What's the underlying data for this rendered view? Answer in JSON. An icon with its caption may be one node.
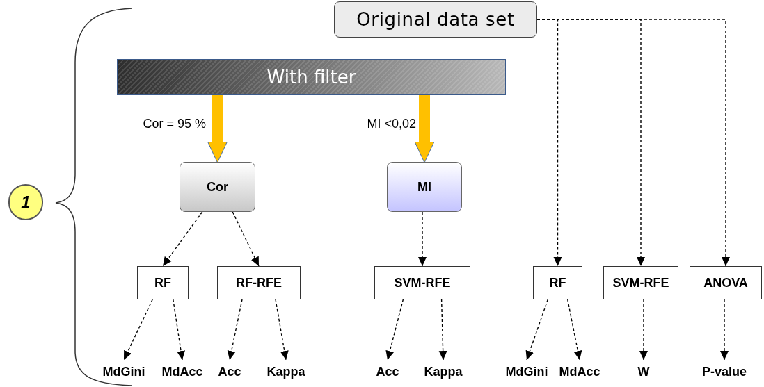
{
  "diagram": {
    "nodes": [
      {
        "text": [
          "Original data set"
        ]
      },
      {
        "text": [
          "With filter"
        ]
      },
      {
        "text": [
          "Cor"
        ]
      },
      {
        "text": [
          "MI"
        ]
      },
      {
        "text": [
          "RF"
        ]
      },
      {
        "text": [
          "RF-RFE"
        ]
      },
      {
        "text": [
          "SVM-RFE"
        ]
      },
      {
        "text": [
          "RF"
        ]
      },
      {
        "text": [
          "SVM-RFE"
        ]
      },
      {
        "text": [
          "ANOVA"
        ]
      },
      {
        "text": [
          "MdGini"
        ]
      },
      {
        "text": [
          "MdAcc"
        ]
      },
      {
        "text": [
          "Acc"
        ]
      },
      {
        "text": [
          "Kappa"
        ]
      },
      {
        "text": [
          "Acc"
        ]
      },
      {
        "text": [
          "Kappa"
        ]
      },
      {
        "text": [
          "MdGini"
        ]
      },
      {
        "text": [
          "MdAcc"
        ]
      },
      {
        "text": [
          "W"
        ]
      },
      {
        "text": [
          "P-value"
        ]
      },
      {
        "text": [
          "1"
        ]
      }
    ],
    "edges": [
      {
        "from": 1,
        "to": 2,
        "arrow": "to",
        "label": "Cor = 95 %",
        "style": "thick",
        "color": "#ffc000"
      },
      {
        "from": 1,
        "to": 3,
        "arrow": "to",
        "label": "MI <0,02",
        "style": "thick",
        "color": "#ffc000"
      },
      {
        "from": 0,
        "to": 7,
        "arrow": "to",
        "style": "dashed"
      },
      {
        "from": 0,
        "to": 8,
        "arrow": "to",
        "style": "dashed"
      },
      {
        "from": 0,
        "to": 9,
        "arrow": "to",
        "style": "dashed"
      },
      {
        "from": 2,
        "to": 4,
        "arrow": "to",
        "style": "dashed"
      },
      {
        "from": 2,
        "to": 5,
        "arrow": "to",
        "style": "dashed"
      },
      {
        "from": 3,
        "to": 6,
        "arrow": "to",
        "style": "dashed"
      },
      {
        "from": 4,
        "to": 10,
        "arrow": "to",
        "style": "dashed"
      },
      {
        "from": 4,
        "to": 11,
        "arrow": "to",
        "style": "dashed"
      },
      {
        "from": 5,
        "to": 12,
        "arrow": "to",
        "style": "dashed"
      },
      {
        "from": 5,
        "to": 13,
        "arrow": "to",
        "style": "dashed"
      },
      {
        "from": 6,
        "to": 14,
        "arrow": "to",
        "style": "dashed"
      },
      {
        "from": 6,
        "to": 15,
        "arrow": "to",
        "style": "dashed"
      },
      {
        "from": 7,
        "to": 16,
        "arrow": "to",
        "style": "dashed"
      },
      {
        "from": 7,
        "to": 17,
        "arrow": "to",
        "style": "dashed"
      },
      {
        "from": 8,
        "to": 18,
        "arrow": "to",
        "style": "dashed"
      },
      {
        "from": 9,
        "to": 19,
        "arrow": "to",
        "style": "dashed"
      }
    ]
  }
}
